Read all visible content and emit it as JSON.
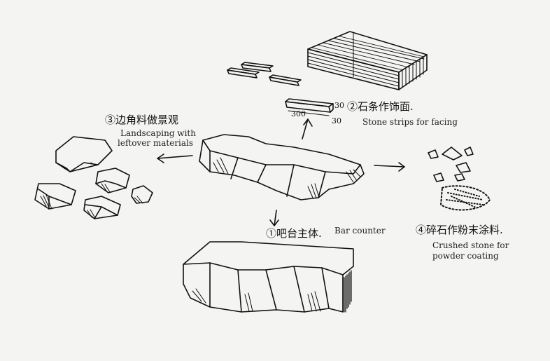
{
  "labels": {
    "stone_strips": {
      "marker": "②",
      "cn": "石条作饰面.",
      "en": "Stone strips for facing"
    },
    "landscaping": {
      "marker": "③",
      "cn": "边角料做景观",
      "en_line1": "Landscaping with",
      "en_line2": "leftover materials"
    },
    "bar_counter": {
      "marker": "①",
      "cn": "吧台主体.",
      "en": "Bar counter"
    },
    "crushed_stone": {
      "marker": "④",
      "cn": "碎石作粉末涂料.",
      "en_line1": "Crushed stone for",
      "en_line2": "powder coating"
    }
  },
  "dimensions": {
    "length": "300",
    "width": "30",
    "height": "30"
  },
  "colors": {
    "ink": "#111111",
    "paper": "#f4f4f2"
  }
}
